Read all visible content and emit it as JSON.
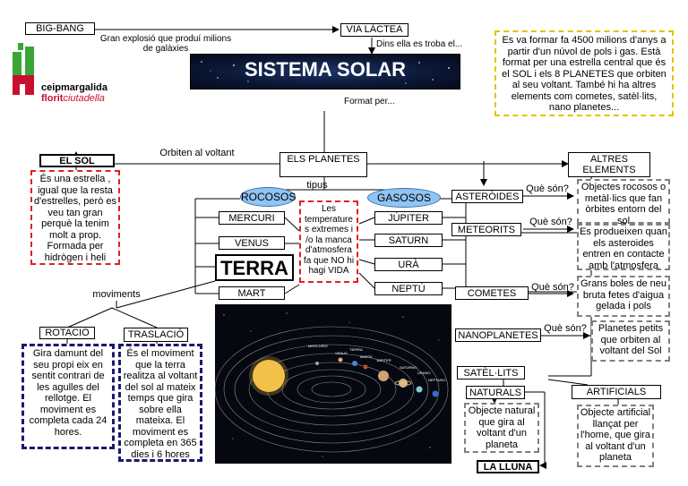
{
  "title": "SISTEMA SOLAR",
  "logo": {
    "line1": "ceipmargalida",
    "line2a": "florit",
    "line2b": "ciutadella"
  },
  "nodes": {
    "big_bang": "BIG-BANG",
    "via_lactea": "VIA LÀCTEA",
    "el_sol": "EL SOL",
    "els_planetes": "ELS PLANETES",
    "altres_elements": "ALTRES ELEMENTS",
    "rocosos": "ROCOSOS",
    "gasosos": "GASOSOS",
    "mercuri": "MERCURI",
    "venus": "VENUS",
    "terra": "TERRA",
    "mart": "MART",
    "jupiter": "JÚPITER",
    "saturn": "SATURN",
    "ura": "URÀ",
    "neptu": "NEPTÚ",
    "asteroides": "ASTERÒIDES",
    "meteorits": "METEORITS",
    "cometes": "COMETES",
    "nanoplanetes": "NANOPLANETES",
    "satellits": "SATÈL·LITS",
    "naturals": "NATURALS",
    "artificials": "ARTIFICIALS",
    "la_lluna": "LA LLUNA",
    "rotacio": "ROTACIÓ",
    "traslacio": "TRASLACIÓ"
  },
  "links": {
    "big_bang_text": "Gran explosió que produí milions de galàxies",
    "dins": "Dins ella es troba el...",
    "format_per": "Format per...",
    "orbiten": "Orbiten al voltant",
    "tipus": "tipus",
    "moviments": "moviments",
    "que_son_1": "Què són?",
    "que_son_2": "Què són?",
    "que_son_3": "Què són?",
    "que_son_4": "Què són?"
  },
  "notes": {
    "formation": "Es va formar fa 4500 milions d'anys a partir d'un núvol de pols i gas. Està format per una estrella central que és el SOL i els 8 PLANETES que orbiten al seu voltant. També hi ha altres elements com cometes, satèl·lits, nano planetes...",
    "sol": "És una estrella , igual que la resta d'estrelles, però es veu tan gran perquè la tenim molt a prop. Formada per hidrògen i heli",
    "temperatures": "Les temperature s extremes i /o la manca d'atmosfera fa que NO hi hagi VIDA",
    "asteroides": "Objectes rocosos o metàl·lics que fan òrbites entorn del sol",
    "meteorits": "Es produeixen quan els asteroides entren en contacte amb l'atmosfera",
    "cometes": "Grans boles de neu bruta fetes d'aigua gelada i pols",
    "nanoplanetes": "Planetes petits que orbiten al voltant del Sol",
    "naturals": "Objecte natural que gira al voltant d'un planeta",
    "artificials": "Objecte artificial llançat per l'home, que gira al voltant d'un planeta",
    "rotacio": "Gira damunt del seu propi eix en sentit contrari de les agulles del rellotge. El moviment es completa cada 24 hores.",
    "traslacio": "És el moviment que la terra realitza al voltant del sol al mateix temps que gira sobre ella mateixa. El moviment es completa en 365 dies i 6 hores"
  },
  "solar_image_labels": [
    "MERCURIO",
    "VENUS",
    "TIERRA",
    "MARTE",
    "JÚPITER",
    "SATURNO",
    "URANO",
    "NEPTUNO"
  ],
  "colors": {
    "title_text": "#ffffff",
    "oval_fill": "#90c4f4",
    "note_red": "#e02020",
    "note_navy": "#1a1a6e",
    "note_yellow": "#e8c000",
    "logo_green": "#3aa635",
    "logo_red": "#c8102e"
  }
}
